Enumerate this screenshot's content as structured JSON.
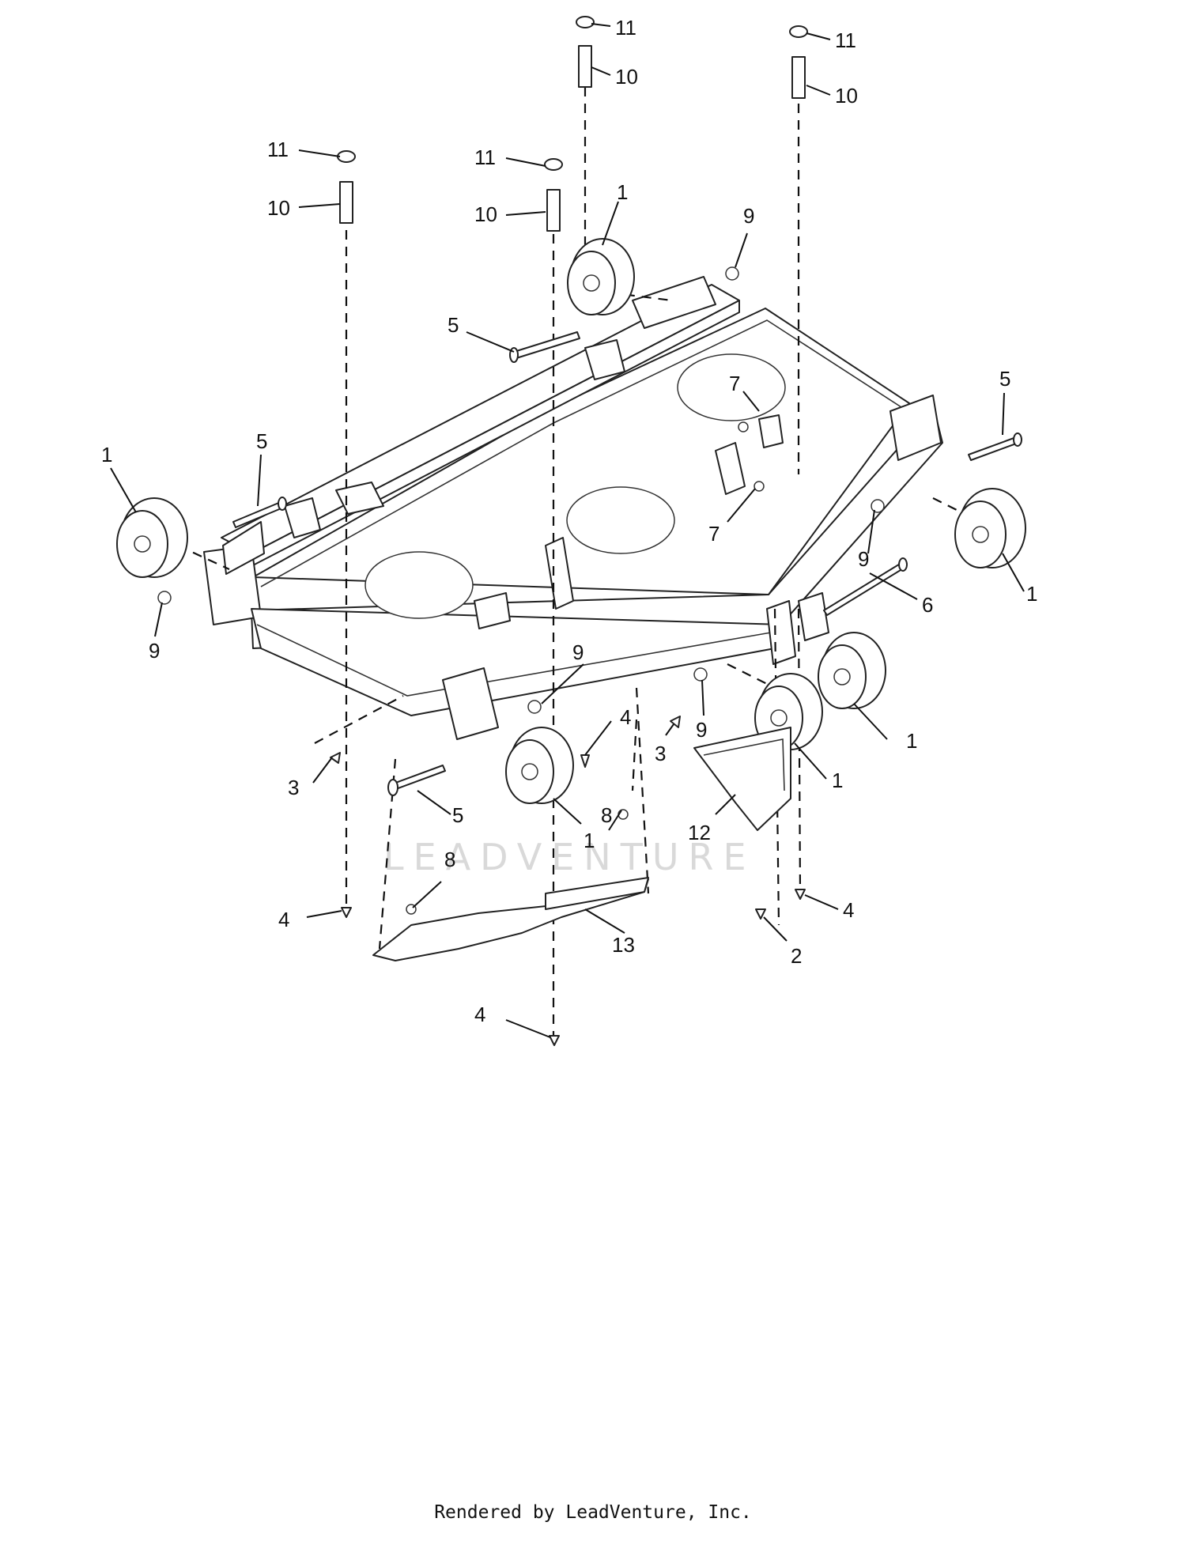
{
  "callouts": {
    "c01": "11",
    "c02": "10",
    "c03": "11",
    "c04": "10",
    "c05": "11",
    "c06": "10",
    "c07": "11",
    "c08": "10",
    "c09": "1",
    "c10": "9",
    "c11": "5",
    "c12": "7",
    "c13": "5",
    "c14": "5",
    "c15": "1",
    "c16": "7",
    "c17": "9",
    "c18": "1",
    "c19": "9",
    "c20": "6",
    "c21": "9",
    "c22": "9",
    "c23": "4",
    "c24": "3",
    "c25": "3",
    "c26": "1",
    "c27": "1",
    "c28": "5",
    "c29": "8",
    "c30": "1",
    "c31": "12",
    "c32": "8",
    "c33": "4",
    "c34": "13",
    "c35": "4",
    "c36": "2",
    "c37": "4"
  },
  "watermark": "LEADVENTURE",
  "footer": "Rendered by LeadVenture, Inc."
}
